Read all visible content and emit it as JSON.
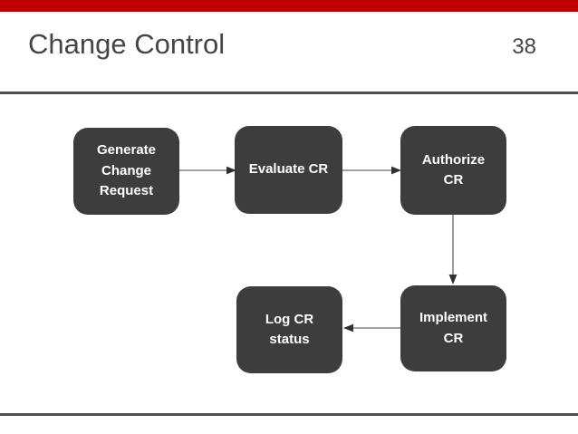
{
  "slide": {
    "title": "Change Control",
    "number": "38"
  },
  "colors": {
    "accent": "#C00000",
    "rule": "#4d4d4d",
    "title_text": "#454545",
    "box_fill": "#3d3d3d",
    "box_text": "#ffffff",
    "arrow_line": "#848484",
    "arrow_head": "#303030"
  },
  "flowchart": {
    "boxes": [
      {
        "id": "generate-change-request",
        "label": "Generate\nChange\nRequest"
      },
      {
        "id": "evaluate-cr",
        "label": "Evaluate CR"
      },
      {
        "id": "authorize-cr",
        "label": "Authorize\nCR"
      },
      {
        "id": "log-cr-status",
        "label": "Log CR\nstatus"
      },
      {
        "id": "implement-cr",
        "label": "Implement\nCR"
      }
    ],
    "connections": [
      {
        "from": "generate-change-request",
        "to": "evaluate-cr",
        "direction": "right"
      },
      {
        "from": "evaluate-cr",
        "to": "authorize-cr",
        "direction": "right"
      },
      {
        "from": "authorize-cr",
        "to": "implement-cr",
        "direction": "down"
      },
      {
        "from": "implement-cr",
        "to": "log-cr-status",
        "direction": "left"
      }
    ]
  }
}
